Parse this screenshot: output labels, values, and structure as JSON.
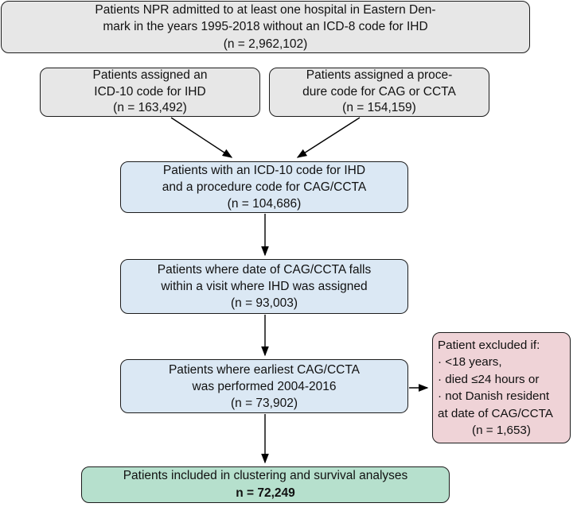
{
  "colors": {
    "gray": "#e7e7e7",
    "blue": "#dbe8f4",
    "pink": "#efd3d7",
    "green": "#b6e0cd",
    "border": "#1c1c1c",
    "arrow": "#000000"
  },
  "boxes": {
    "source": {
      "lines": [
        "Patients NPR admitted to at least one hospital in Eastern Den-",
        "mark in the years 1995-2018 without an ICD-8 code for IHD",
        "(n = 2,962,102)"
      ]
    },
    "icd10": {
      "lines": [
        "Patients assigned an",
        "ICD-10 code for IHD",
        "(n = 163,492)"
      ]
    },
    "procedure": {
      "lines": [
        "Patients assigned a proce-",
        "dure code for CAG or CCTA",
        "(n = 154,159)"
      ]
    },
    "combined": {
      "lines": [
        "Patients with an ICD-10 code for IHD",
        "and a procedure code for CAG/CCTA",
        "(n = 104,686)"
      ]
    },
    "visit": {
      "lines": [
        "Patients where date of CAG/CCTA falls",
        "within a visit where IHD was assigned",
        "(n = 93,003)"
      ]
    },
    "period": {
      "lines": [
        "Patients where earliest CAG/CCTA",
        "was performed 2004-2016",
        "(n = 73,902)"
      ]
    },
    "excluded": {
      "lines": [
        "Patient excluded if:",
        "· <18 years,",
        "· died ≤24 hours or",
        "· not Danish resident",
        "at date of CAG/CCTA",
        "(n = 1,653)"
      ]
    },
    "final": {
      "line1": "Patients included in clustering and survival analyses",
      "line2": "n = 72,249"
    }
  }
}
